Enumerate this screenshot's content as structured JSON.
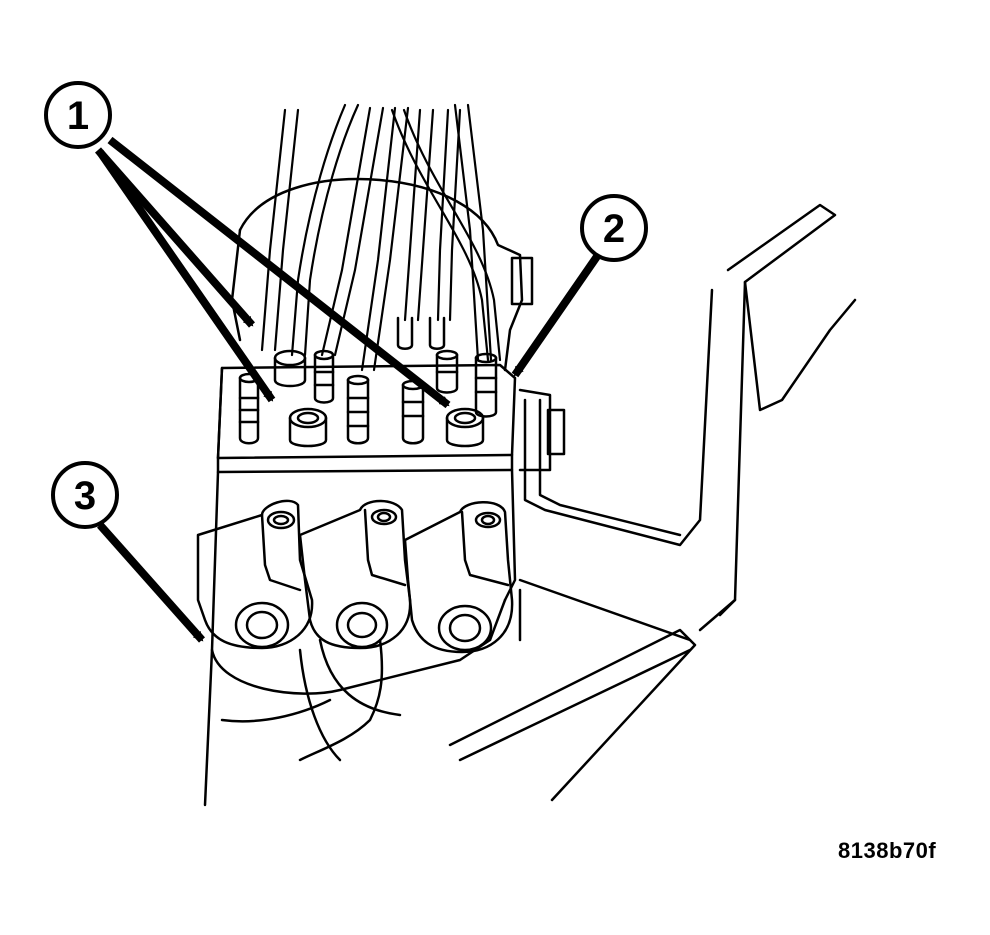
{
  "figure": {
    "id_label": "8138b70f",
    "callouts": [
      {
        "number": "1"
      },
      {
        "number": "2"
      },
      {
        "number": "3"
      }
    ]
  }
}
